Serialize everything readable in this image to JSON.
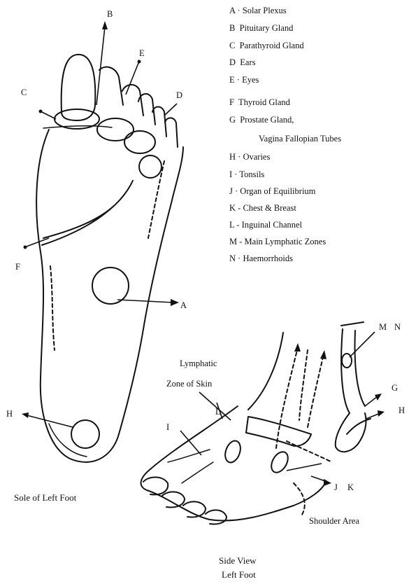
{
  "legend": [
    {
      "letter": "A",
      "sep": " · ",
      "text": "Solar Plexus"
    },
    {
      "letter": "B",
      "sep": "  ",
      "text": "Pituitary Gland"
    },
    {
      "letter": "C",
      "sep": "  ",
      "text": "Parathyroid Gland"
    },
    {
      "letter": "D",
      "sep": "  ",
      "text": "Ears"
    },
    {
      "letter": "E",
      "sep": " · ",
      "text": "Eyes"
    },
    {
      "letter": "F",
      "sep": "  ",
      "text": "Thyroid Gland"
    },
    {
      "letter": "G",
      "sep": "  ",
      "text": "Prostate Gland,"
    },
    {
      "letter": "H",
      "sep": " · ",
      "text": "Ovaries"
    },
    {
      "letter": "I",
      "sep": " · ",
      "text": "Tonsils"
    },
    {
      "letter": "J",
      "sep": " · ",
      "text": "Organ of Equilibrium"
    },
    {
      "letter": "K",
      "sep": " - ",
      "text": "Chest & Breast"
    },
    {
      "letter": "L",
      "sep": " - ",
      "text": "Inguinal Channel"
    },
    {
      "letter": "M",
      "sep": " - ",
      "text": "Main Lymphatic Zones"
    },
    {
      "letter": "N",
      "sep": " · ",
      "text": "Haemorrhoids"
    }
  ],
  "legend_continuation": "Vagina Fallopian Tubes",
  "sole_labels": {
    "A": "A",
    "B": "B",
    "C": "C",
    "D": "D",
    "E": "E",
    "F": "F",
    "H": "H"
  },
  "side_labels": {
    "I": "I",
    "L": "L",
    "J": "J",
    "K": "K",
    "M": "M",
    "N": "N",
    "G": "G",
    "H": "H"
  },
  "lymph_label_line1": "Lymphatic",
  "lymph_label_line2": "Zone of Skin",
  "shoulder_label": "Shoulder Area",
  "caption_sole": "Sole of Left Foot",
  "caption_side_line1": "Side View",
  "caption_side_line2": "Left Foot"
}
